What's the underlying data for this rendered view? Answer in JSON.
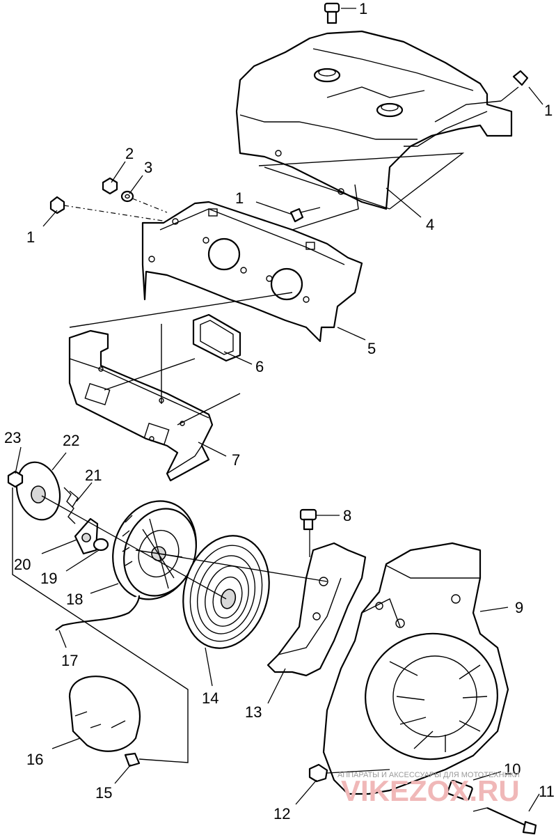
{
  "labels": [
    {
      "id": "1a",
      "text": "1"
    },
    {
      "id": "1b",
      "text": "1"
    },
    {
      "id": "2",
      "text": "2"
    },
    {
      "id": "3",
      "text": "3"
    },
    {
      "id": "1c",
      "text": "1"
    },
    {
      "id": "1d",
      "text": "1"
    },
    {
      "id": "4",
      "text": "4"
    },
    {
      "id": "5",
      "text": "5"
    },
    {
      "id": "6",
      "text": "6"
    },
    {
      "id": "7",
      "text": "7"
    },
    {
      "id": "23",
      "text": "23"
    },
    {
      "id": "22",
      "text": "22"
    },
    {
      "id": "21",
      "text": "21"
    },
    {
      "id": "8",
      "text": "8"
    },
    {
      "id": "20",
      "text": "20"
    },
    {
      "id": "19",
      "text": "19"
    },
    {
      "id": "18",
      "text": "18"
    },
    {
      "id": "9",
      "text": "9"
    },
    {
      "id": "17",
      "text": "17"
    },
    {
      "id": "14",
      "text": "14"
    },
    {
      "id": "13",
      "text": "13"
    },
    {
      "id": "16",
      "text": "16"
    },
    {
      "id": "10",
      "text": "10"
    },
    {
      "id": "15",
      "text": "15"
    },
    {
      "id": "11",
      "text": "11"
    },
    {
      "id": "12",
      "text": "12"
    }
  ],
  "watermark": {
    "caption": "АППАРАТЫ И АКСЕССУАРЫ ДЛЯ МОТОТЕХНИКИ",
    "brand": "VIKEZOX.RU"
  }
}
